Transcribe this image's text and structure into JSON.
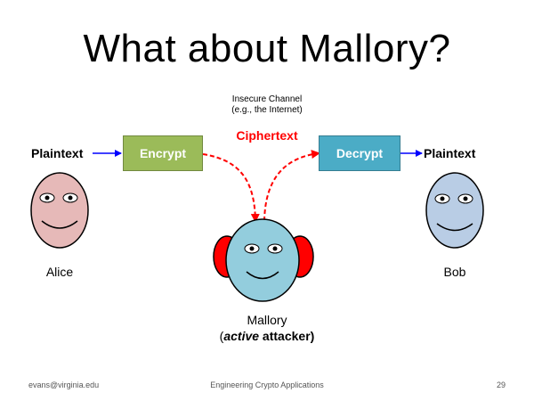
{
  "title": "What about Mallory?",
  "diagram": {
    "left_plaintext": "Plaintext",
    "right_plaintext": "Plaintext",
    "encrypt_label": "Encrypt",
    "decrypt_label": "Decrypt",
    "channel_line1": "Insecure Channel",
    "channel_line2": "(e.g., the Internet)",
    "ciphertext_label": "Ciphertext",
    "alice_label": "Alice",
    "bob_label": "Bob",
    "mallory_label": "Mallory",
    "mallory_sub_open": "(",
    "mallory_sub_active": "active",
    "mallory_sub_rest": " attacker)"
  },
  "colors": {
    "encrypt": "#9bbb59",
    "decrypt": "#4bacc6",
    "ciphertext": "#ff0000",
    "alice_face": "#e6b9b8",
    "bob_face": "#b9cde5",
    "mallory_face": "#93cddd",
    "mallory_ears": "#ff0000",
    "arrow_blue": "#0000ff"
  },
  "footer": {
    "left": "evans@virginia.edu",
    "center": "Engineering Crypto Applications",
    "page": "29"
  }
}
